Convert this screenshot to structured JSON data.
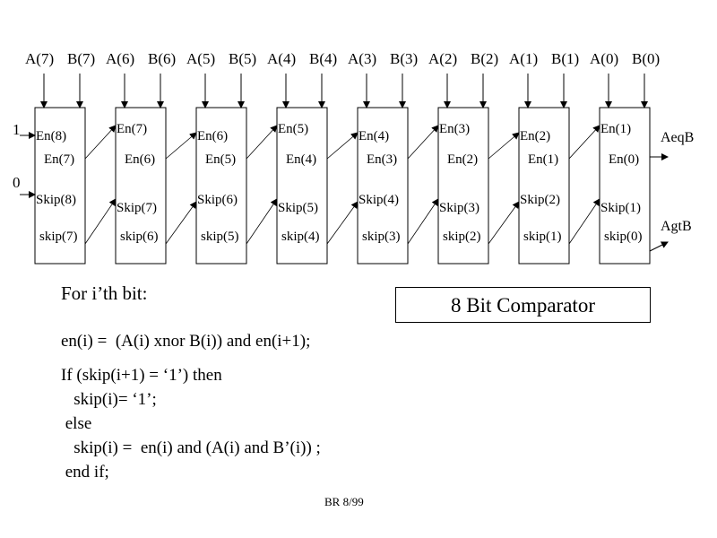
{
  "bits": [
    {
      "a": "A(7)",
      "b": "B(7)",
      "en_in": "En(8)",
      "en_out": "En(7)",
      "skip_in": "Skip(8)",
      "skip_out": "skip(7)"
    },
    {
      "a": "A(6)",
      "b": "B(6)",
      "en_in": "En(7)",
      "en_out": "En(6)",
      "skip_in": "Skip(7)",
      "skip_out": "skip(6)"
    },
    {
      "a": "A(5)",
      "b": "B(5)",
      "en_in": "En(6)",
      "en_out": "En(5)",
      "skip_in": "Skip(6)",
      "skip_out": "skip(5)"
    },
    {
      "a": "A(4)",
      "b": "B(4)",
      "en_in": "En(5)",
      "en_out": "En(4)",
      "skip_in": "Skip(5)",
      "skip_out": "skip(4)"
    },
    {
      "a": "A(3)",
      "b": "B(3)",
      "en_in": "En(4)",
      "en_out": "En(3)",
      "skip_in": "Skip(4)",
      "skip_out": "skip(3)"
    },
    {
      "a": "A(2)",
      "b": "B(2)",
      "en_in": "En(3)",
      "en_out": "En(2)",
      "skip_in": "Skip(3)",
      "skip_out": "skip(2)"
    },
    {
      "a": "A(1)",
      "b": "B(1)",
      "en_in": "En(2)",
      "en_out": "En(1)",
      "skip_in": "Skip(2)",
      "skip_out": "skip(1)"
    },
    {
      "a": "A(0)",
      "b": "B(0)",
      "en_in": "En(1)",
      "en_out": "En(0)",
      "skip_in": "Skip(1)",
      "skip_out": "skip(0)"
    }
  ],
  "inputs": {
    "en_value": "1",
    "skip_value": "0"
  },
  "outputs": {
    "eq": "AeqB",
    "gt": "AgtB"
  },
  "title": "8 Bit Comparator",
  "rule_heading": "For i’th bit:",
  "code": [
    "en(i) =  (A(i) xnor B(i)) and en(i+1);",
    "If (skip(i+1) = ‘1’) then",
    "   skip(i)= ‘1’;",
    " else",
    "   skip(i) =  en(i) and (A(i) and B’(i)) ;",
    " end if;"
  ],
  "footer": "BR 8/99"
}
